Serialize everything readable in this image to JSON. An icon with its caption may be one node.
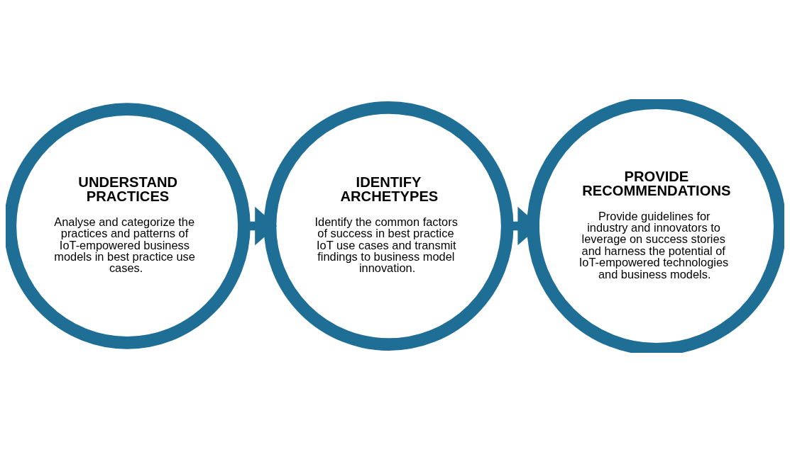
{
  "diagram": {
    "nodes": [
      {
        "text": [
          "UNDERSTAND PRACTICES",
          "Analyse and categorize the practices and patterns of IoT-empowered business models in best practice use cases."
        ]
      },
      {
        "text": [
          "IDENTIFY ARCHETYPES",
          "Identify the common factors of success in best practice IoT use cases and transmit findings to business model innovation."
        ]
      },
      {
        "text": [
          "PROVIDE RECOMMENDATIONS",
          "Provide guidelines for industry and innovators to leverage on success stories and harness the potential of IoT-empowered technologies and business models."
        ]
      }
    ],
    "edges": [
      {
        "from": 0,
        "to": 1,
        "arrow": "to"
      },
      {
        "from": 1,
        "to": 2,
        "arrow": "to"
      }
    ]
  }
}
